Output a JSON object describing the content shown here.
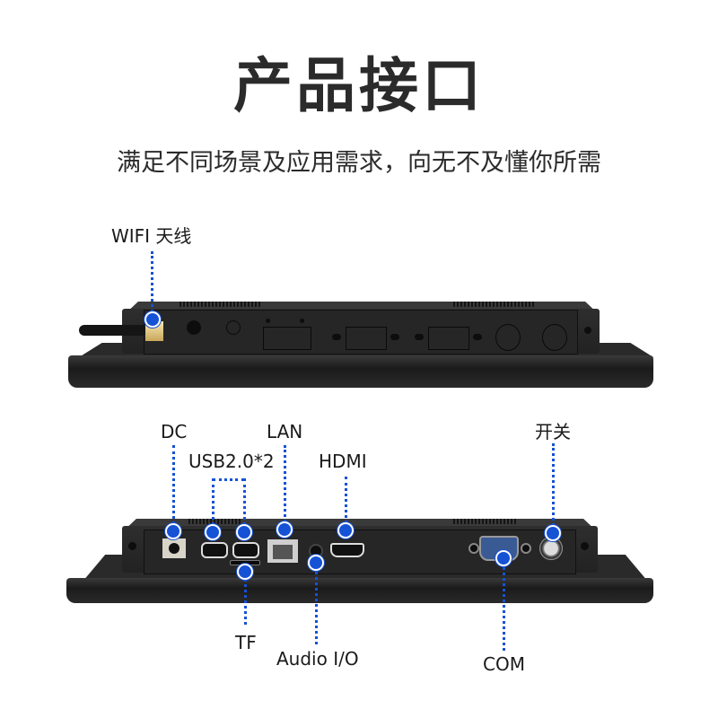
{
  "header": {
    "title": "产品接口",
    "subtitle": "满足不同场景及应用需求，向无不及懂你所需"
  },
  "top_device": {
    "labels": [
      {
        "id": "wifi",
        "text": "WIFI 天线"
      }
    ]
  },
  "bottom_device": {
    "labels": [
      {
        "id": "dc",
        "text": "DC"
      },
      {
        "id": "usb",
        "text": "USB2.0*2"
      },
      {
        "id": "lan",
        "text": "LAN"
      },
      {
        "id": "hdmi",
        "text": "HDMI"
      },
      {
        "id": "power",
        "text": "开关"
      },
      {
        "id": "tf",
        "text": "TF"
      },
      {
        "id": "audio",
        "text": "Audio I/O"
      },
      {
        "id": "com",
        "text": "COM"
      }
    ]
  },
  "colors": {
    "accent": "#1652d6",
    "device": "#262626",
    "text": "#222222"
  }
}
